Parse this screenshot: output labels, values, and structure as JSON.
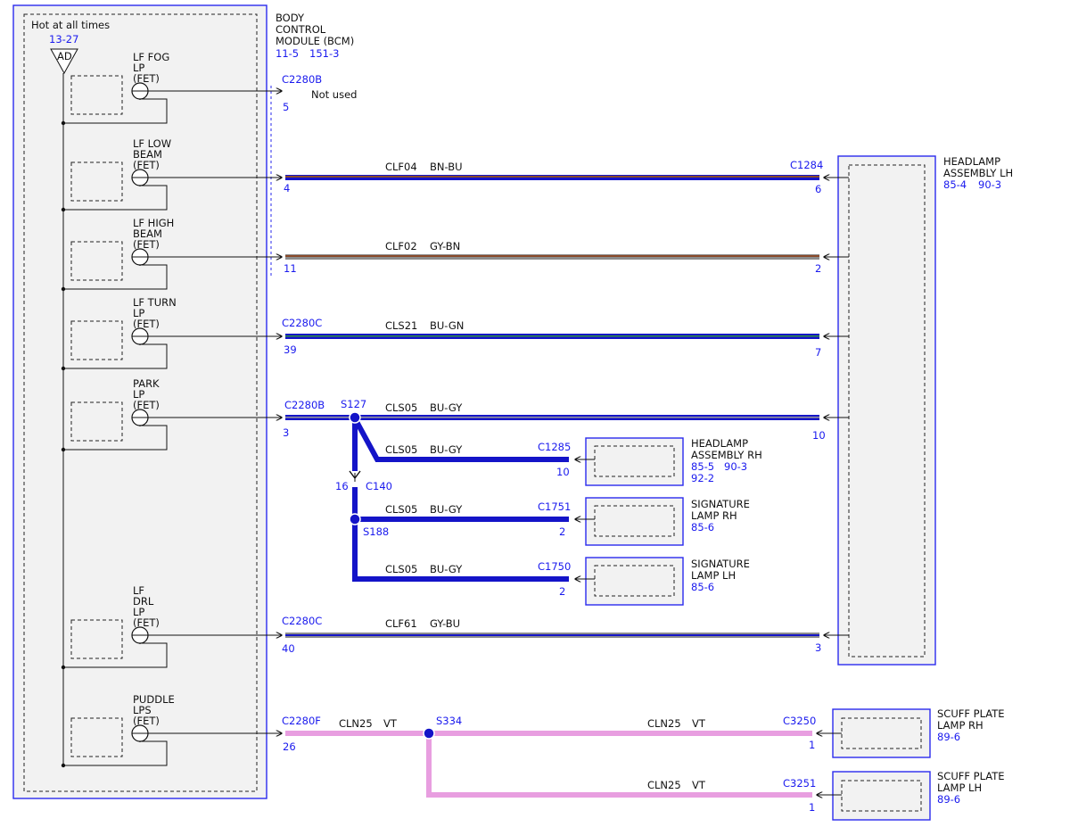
{
  "colors": {
    "module_blue": "#2a2aee",
    "module_fill": "#f2f2f2",
    "text_blue": "#1a1aee",
    "wire_blue": "#1414c8",
    "wire_violet": "#e89ee0",
    "wire_brown": "#8a4a2a",
    "wire_gray": "#8c8c8c",
    "wire_green": "#2f8f3f"
  },
  "bcm": {
    "title_lines": [
      "BODY",
      "CONTROL",
      "MODULE (BCM)"
    ],
    "ref1": "11-5",
    "ref2": "151-3",
    "power_label": "Hot at all times",
    "power_ref": "13-27",
    "fuse_label": "AD",
    "drivers": [
      {
        "lines": [
          "LF FOG",
          "LP",
          "(FET)"
        ]
      },
      {
        "lines": [
          "LF LOW",
          "BEAM",
          "(FET)"
        ]
      },
      {
        "lines": [
          "LF HIGH",
          "BEAM",
          "(FET)"
        ]
      },
      {
        "lines": [
          "LF TURN",
          "LP",
          "(FET)"
        ]
      },
      {
        "lines": [
          "PARK",
          "LP",
          "(FET)"
        ]
      },
      {
        "lines": [
          "LF",
          "DRL",
          "LP",
          "(FET)"
        ]
      },
      {
        "lines": [
          "PUDDLE",
          "LPS",
          "(FET)"
        ]
      }
    ]
  },
  "circuits": [
    {
      "connector": "C2280B",
      "pin": "5",
      "note": "Not used"
    },
    {
      "connector": "",
      "pin": "4",
      "circuit": "CLF04",
      "color": "BN-BU",
      "dest_connector": "C1284",
      "dest_pin": "6"
    },
    {
      "connector": "",
      "pin": "11",
      "circuit": "CLF02",
      "color": "GY-BN",
      "dest_pin": "2"
    },
    {
      "connector": "C2280C",
      "pin": "39",
      "circuit": "CLS21",
      "color": "BU-GN",
      "dest_pin": "7"
    },
    {
      "connector": "C2280B",
      "pin": "3",
      "circuit": "CLS05",
      "color": "BU-GY",
      "dest_pin": "10",
      "splice": "S127"
    },
    {
      "connector": "C2280C",
      "pin": "40",
      "circuit": "CLF61",
      "color": "GY-BU",
      "dest_pin": "3"
    },
    {
      "connector": "C2280F",
      "pin": "26",
      "circuit": "CLN25",
      "color": "VT",
      "splice": "S334"
    }
  ],
  "park_branches": {
    "inline_connector": "C140",
    "inline_pin": "16",
    "splice2": "S188",
    "branches": [
      {
        "circuit": "CLS05",
        "color": "BU-GY",
        "connector": "C1285",
        "pin": "10"
      },
      {
        "circuit": "CLS05",
        "color": "BU-GY",
        "connector": "C1751",
        "pin": "2"
      },
      {
        "circuit": "CLS05",
        "color": "BU-GY",
        "connector": "C1750",
        "pin": "2"
      }
    ]
  },
  "puddle_branches": [
    {
      "circuit": "CLN25",
      "color": "VT",
      "connector": "C3250",
      "pin": "1"
    },
    {
      "circuit": "CLN25",
      "color": "VT",
      "connector": "C3251",
      "pin": "1"
    }
  ],
  "components": {
    "headlamp_lh": {
      "lines": [
        "HEADLAMP",
        "ASSEMBLY LH"
      ],
      "ref1": "85-4",
      "ref2": "90-3"
    },
    "headlamp_rh": {
      "lines": [
        "HEADLAMP",
        "ASSEMBLY RH"
      ],
      "ref1": "85-5",
      "ref2": "90-3",
      "ref3": "92-2"
    },
    "signature_rh": {
      "lines": [
        "SIGNATURE",
        "LAMP RH"
      ],
      "ref1": "85-6"
    },
    "signature_lh": {
      "lines": [
        "SIGNATURE",
        "LAMP LH"
      ],
      "ref1": "85-6"
    },
    "scuff_rh": {
      "lines": [
        "SCUFF PLATE",
        "LAMP RH"
      ],
      "ref1": "89-6"
    },
    "scuff_lh": {
      "lines": [
        "SCUFF PLATE",
        "LAMP LH"
      ],
      "ref1": "89-6"
    }
  }
}
